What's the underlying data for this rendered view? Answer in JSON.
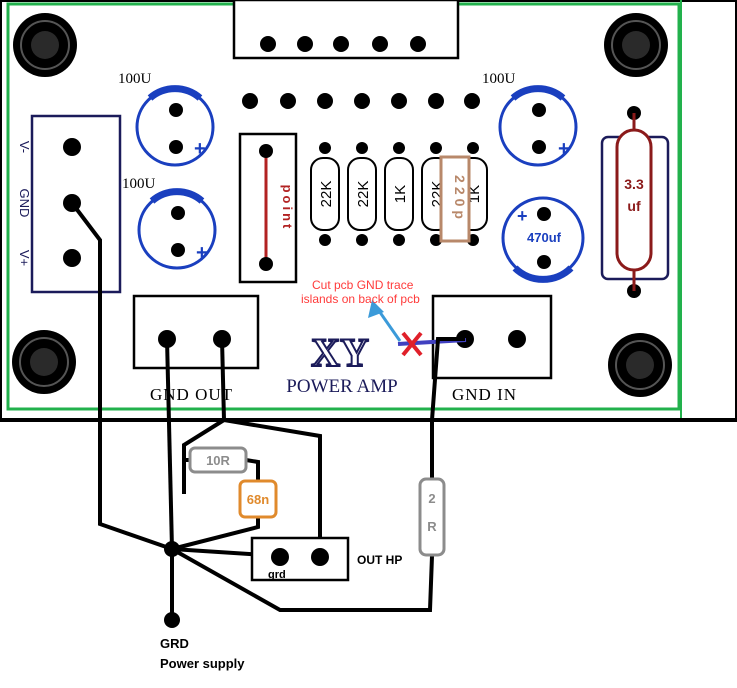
{
  "board": {
    "title_logo": "XY",
    "title_text": "POWER AMP",
    "power_terminal_labels": [
      "V-",
      "GND",
      "V+"
    ],
    "output_terminal_label": "GND OUT",
    "input_terminal_label": "GND IN",
    "cap_left_top": "100U",
    "cap_left_bottom": "100U",
    "cap_right_top": "100U",
    "cap_right_bottom": "470uf",
    "cap_plus_sign": "+",
    "jumper_text": "point",
    "resistors": [
      "22K",
      "22K",
      "1K",
      "22K",
      "1K"
    ],
    "cap_220p": "220p",
    "cap_3_3": "3.3 uf",
    "note": "Cut pcb GND trace islands on back of pcb"
  },
  "external": {
    "resistor_10r": "10R",
    "cap_68n": "68n",
    "resistor_2r": "2R",
    "out_hp_label": "OUT HP",
    "grd_label": "grd",
    "power_supply_label_line1": "GRD",
    "power_supply_label_line2": "Power supply"
  },
  "colors": {
    "board_fill": "#ffffff",
    "board_border": "#000000",
    "board_inner_border": "#22b14c",
    "cut_note": "#ff3b3b",
    "cut_mark": "#e0202a",
    "arrow": "#3b9ad9",
    "trace_blue": "#4040c0",
    "jumper_trace": "#b22222",
    "cap_accent": "#1a3fbf",
    "orange_comp": "#e08a2c",
    "tan_comp": "#b8886a",
    "dark_red_comp": "#8b1a1a",
    "gray_comp": "#8c8c8c",
    "wire": "#000000"
  }
}
